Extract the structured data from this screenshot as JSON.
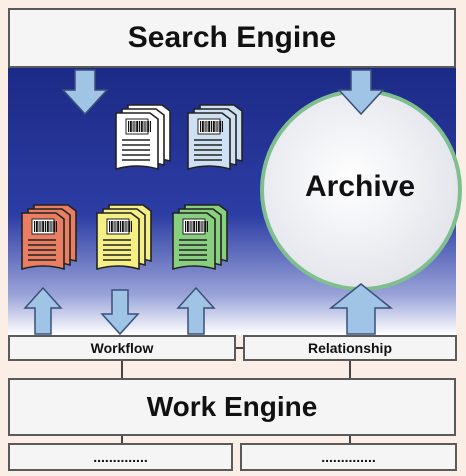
{
  "top": {
    "label": "Search Engine"
  },
  "archive": {
    "label": "Archive"
  },
  "middle": {
    "workflow_label": "Workflow",
    "relationship_label": "Relationship"
  },
  "bottom": {
    "label": "Work Engine",
    "left_dots": "..............",
    "right_dots": ".............."
  },
  "colors": {
    "arrow_fill": "#9fc4e6",
    "doc_white": "#ffffff",
    "doc_blue": "#cfe0f3",
    "doc_red": "#e97e63",
    "doc_yellow": "#f6ef85",
    "doc_green": "#88cf7f",
    "archive_ring": "#7fbf8f"
  },
  "icons": [
    "document-stack-icon",
    "barcode-icon",
    "down-arrow-icon",
    "up-arrow-icon"
  ]
}
